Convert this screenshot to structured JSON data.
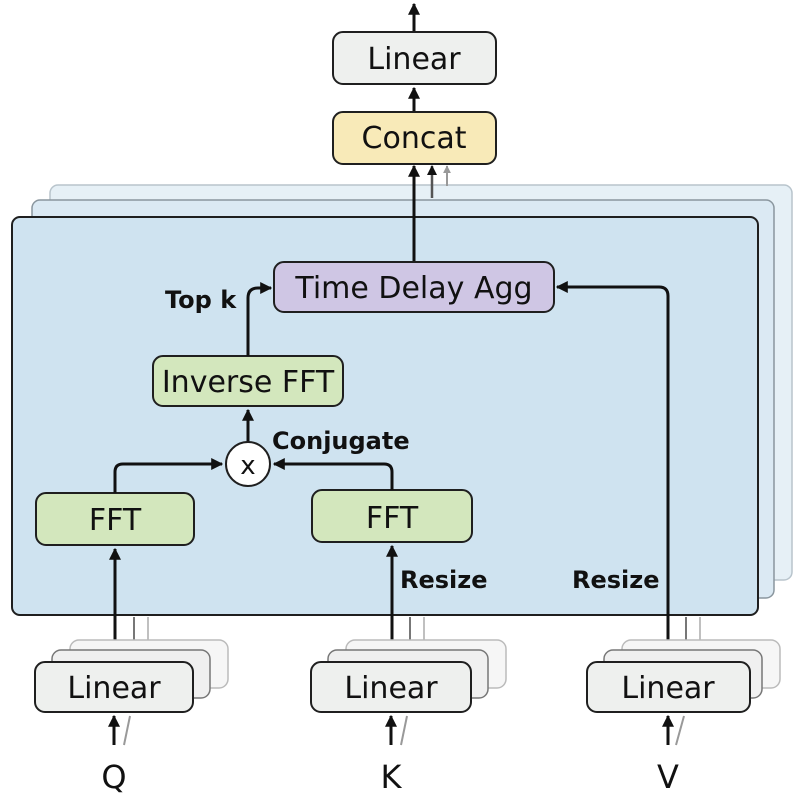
{
  "blocks": {
    "linear_out": "Linear",
    "concat": "Concat",
    "time_delay_agg": "Time Delay Agg",
    "inverse_fft": "Inverse FFT",
    "multiply": "x",
    "fft_q": "FFT",
    "fft_k": "FFT",
    "linear_q": "Linear",
    "linear_k": "Linear",
    "linear_v": "Linear"
  },
  "annotations": {
    "top_k": "Top k",
    "conjugate": "Conjugate",
    "resize_k": "Resize",
    "resize_v": "Resize"
  },
  "inputs": {
    "q": "Q",
    "k": "K",
    "v": "V"
  },
  "colors": {
    "panel": "#cfe3f0",
    "panel_back": "#dcebf4",
    "linear": "#eef0ee",
    "concat": "#f8eab8",
    "time_delay": "#cfc6e4",
    "fft": "#d3e7bd"
  }
}
